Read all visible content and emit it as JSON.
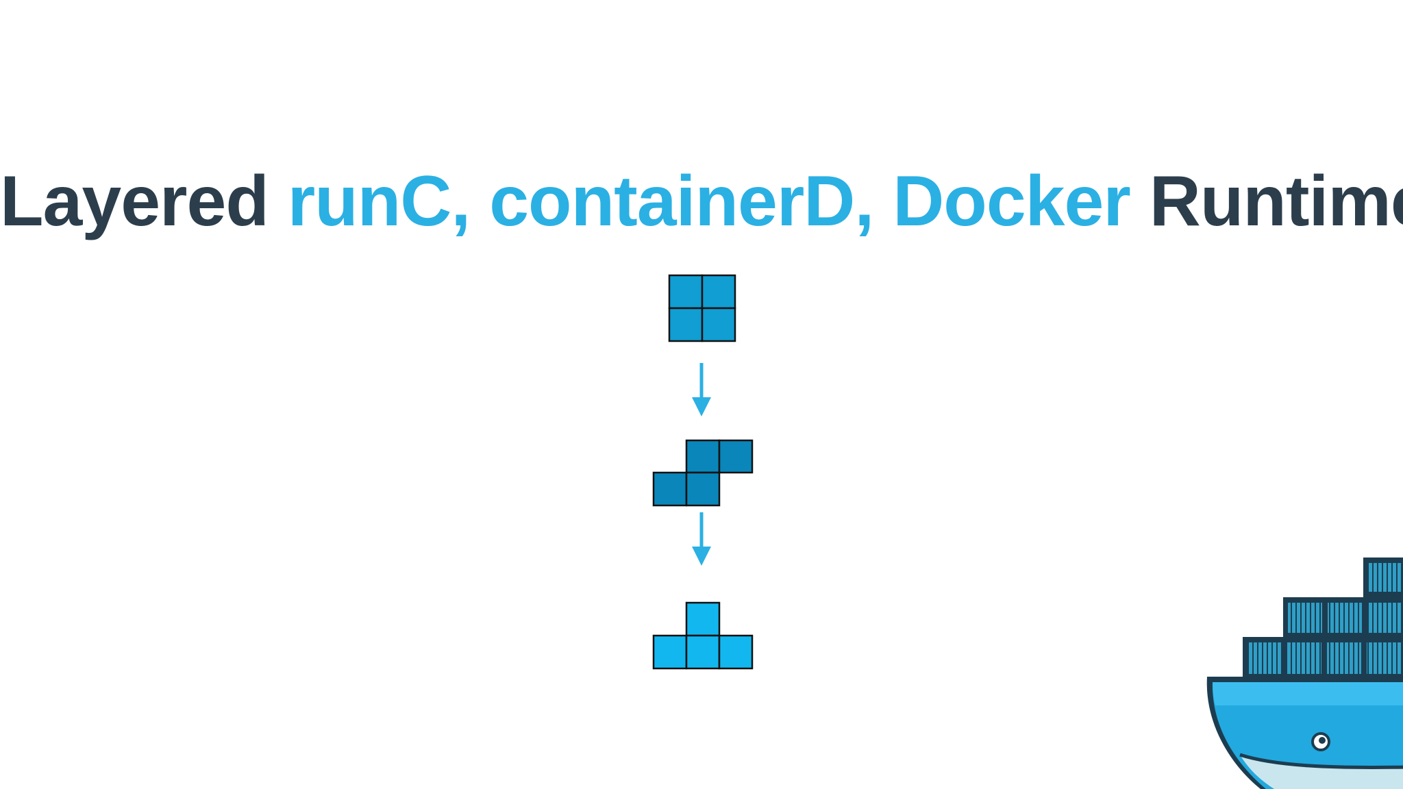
{
  "title": {
    "part1": "Layered ",
    "part2": "runC, containerD, Docker",
    "part3": " Runtime"
  },
  "colors": {
    "title_dark": "#2c3e4c",
    "title_accent": "#2bb0e3",
    "arrow": "#2bb0e3",
    "block_top": "#109ed3",
    "block_middle": "#0a86ba",
    "block_bottom": "#12b7ef",
    "block_stroke": "#111111",
    "whale_body": "#22a9df",
    "whale_dark": "#1c3d50",
    "container_fill": "#2f9fc7"
  },
  "diagram": {
    "stages": [
      {
        "name": "top-layer-square",
        "shape": "2x2 square"
      },
      {
        "name": "middle-layer-s",
        "shape": "S tetromino"
      },
      {
        "name": "bottom-layer-t",
        "shape": "T tetromino"
      }
    ]
  },
  "icons": [
    "down-arrow-icon",
    "docker-whale-icon"
  ]
}
